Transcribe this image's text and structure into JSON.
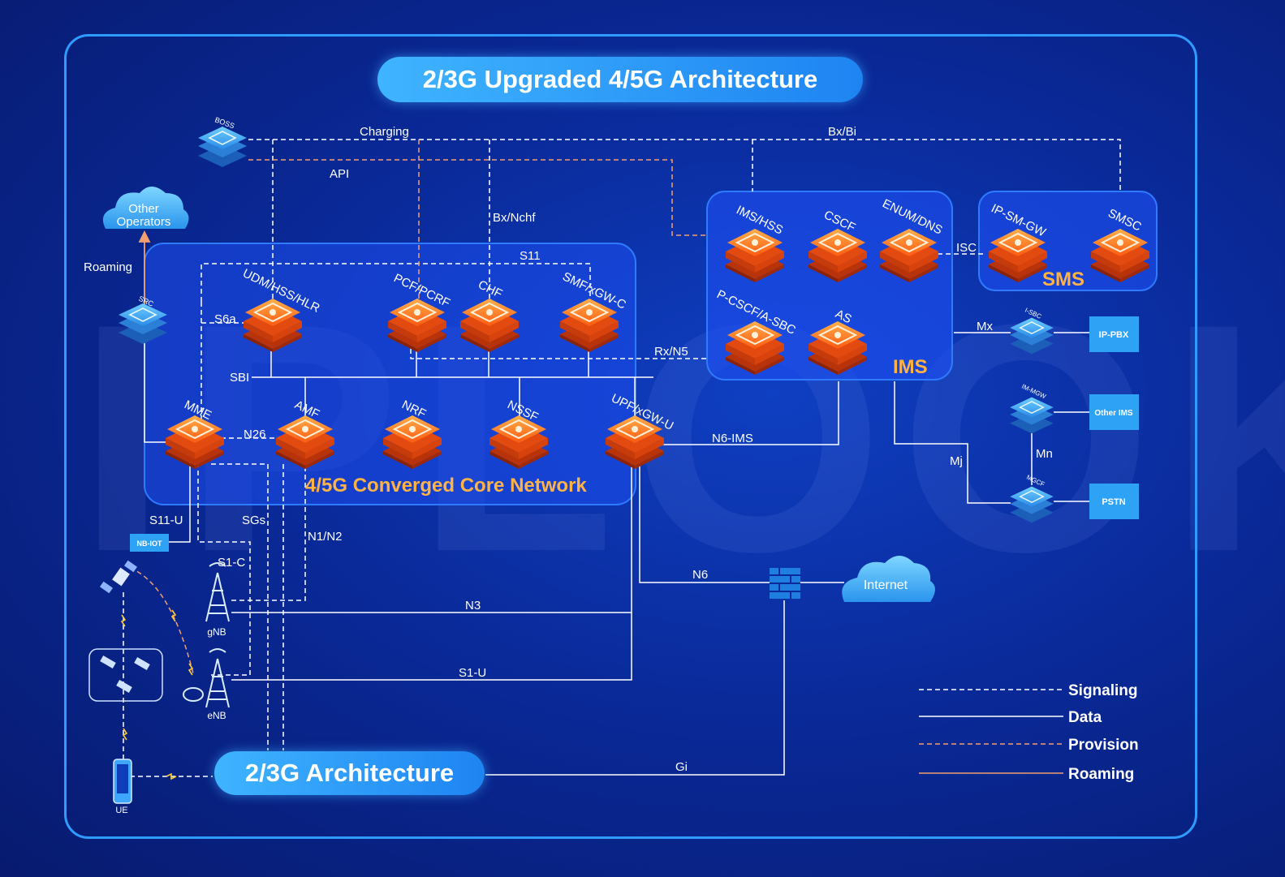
{
  "title": "2/3G Upgraded 4/5G Architecture",
  "bottom_title": "2/3G Architecture",
  "watermark": "IPLOOK",
  "groups": {
    "core": "4/5G Converged Core Network",
    "ims": "IMS",
    "sms": "SMS"
  },
  "nodes": {
    "boss": "BOSS",
    "other_operators_1": "Other",
    "other_operators_2": "Operators",
    "src": "SRC",
    "udm": "UDM/HSS/HLR",
    "pcf": "PCF/PCRF",
    "chf": "CHF",
    "smf": "SMF/xGW-C",
    "mme": "MME",
    "amf": "AMF",
    "nrf": "NRF",
    "nssf": "NSSF",
    "upf": "UPF/xGW-U",
    "ims_hss": "IMS/HSS",
    "cscf": "CSCF",
    "enum": "ENUM/DNS",
    "pcscf": "P-CSCF/A-SBC",
    "as": "AS",
    "ipsmgw": "IP-SM-GW",
    "smsc": "SMSC",
    "isbc": "I-SBC",
    "immgw": "IM-MGW",
    "mgcf": "MGCF",
    "ippbx": "IP-PBX",
    "other_ims": "Other IMS",
    "pstn": "PSTN",
    "internet": "Internet",
    "nbiot": "NB-IOT",
    "gnb": "gNB",
    "enb": "eNB",
    "ue": "UE"
  },
  "links": {
    "charging": "Charging",
    "bxbi": "Bx/Bi",
    "api": "API",
    "bxnchf": "Bx/Nchf",
    "roaming": "Roaming",
    "s11": "S11",
    "s6a": "S6a",
    "sbi": "SBI",
    "rxn5": "Rx/N5",
    "isc": "ISC",
    "mx": "Mx",
    "n26": "N26",
    "n6ims": "N6-IMS",
    "mn": "Mn",
    "mj": "Mj",
    "s11u": "S11-U",
    "sgs": "SGs",
    "n1n2": "N1/N2",
    "s1c": "S1-C",
    "n6": "N6",
    "n3": "N3",
    "s1u": "S1-U",
    "gi": "Gi"
  },
  "legend": [
    {
      "label": "Signaling",
      "style": "dashed",
      "color": "#ffffff"
    },
    {
      "label": "Data",
      "style": "solid",
      "color": "#ffffff"
    },
    {
      "label": "Provision",
      "style": "dashed",
      "color": "#f0a070"
    },
    {
      "label": "Roaming",
      "style": "solid",
      "color": "#f0a070"
    }
  ],
  "colors": {
    "frame": "#2f9bff",
    "node_orange": "#ff7a1a",
    "node_blue": "#3a9cf0",
    "provision": "#f0a070",
    "accent_text": "#ffb347"
  }
}
